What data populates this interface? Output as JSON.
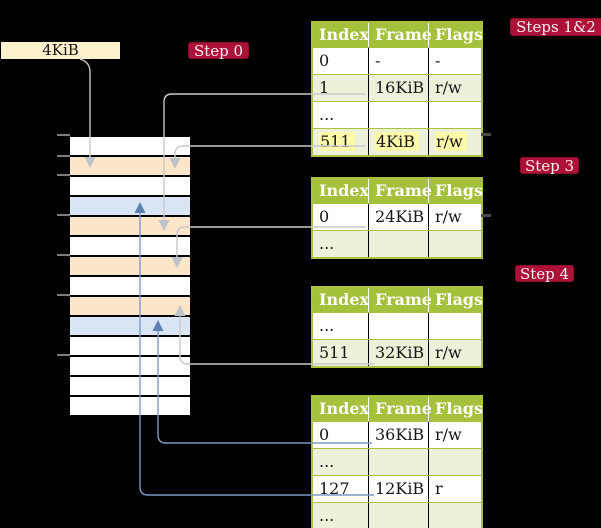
{
  "legend_box": {
    "label": "4KiB"
  },
  "badges": {
    "step0": "Step 0",
    "steps12": "Steps 1&2",
    "step3": "Step 3",
    "step4": "Step 4"
  },
  "memory": {
    "rows": [
      {
        "kind": "empty"
      },
      {
        "kind": "page-table"
      },
      {
        "kind": "empty"
      },
      {
        "kind": "data-page"
      },
      {
        "kind": "page-table"
      },
      {
        "kind": "empty"
      },
      {
        "kind": "page-table"
      },
      {
        "kind": "empty"
      },
      {
        "kind": "page-table"
      },
      {
        "kind": "data-page"
      },
      {
        "kind": "empty"
      },
      {
        "kind": "empty"
      },
      {
        "kind": "empty"
      },
      {
        "kind": "empty"
      }
    ]
  },
  "tables": [
    {
      "id": "page-table-steps-1-2",
      "headers": [
        "Index",
        "Frame",
        "Flags"
      ],
      "rows": [
        {
          "cells": [
            "0",
            "-",
            "-"
          ],
          "shaded": false,
          "highlight": false
        },
        {
          "cells": [
            "1",
            "16KiB",
            "r/w"
          ],
          "shaded": true,
          "highlight": false
        },
        {
          "cells": [
            "...",
            "",
            ""
          ],
          "shaded": false,
          "highlight": false
        },
        {
          "cells": [
            "511",
            "4KiB",
            "r/w"
          ],
          "shaded": true,
          "highlight": true
        }
      ]
    },
    {
      "id": "page-table-step-3",
      "headers": [
        "Index",
        "Frame",
        "Flags"
      ],
      "rows": [
        {
          "cells": [
            "0",
            "24KiB",
            "r/w"
          ],
          "shaded": false,
          "highlight": false
        },
        {
          "cells": [
            "...",
            "",
            ""
          ],
          "shaded": true,
          "highlight": false
        }
      ]
    },
    {
      "id": "page-table-step-4-upper",
      "headers": [
        "Index",
        "Frame",
        "Flags"
      ],
      "rows": [
        {
          "cells": [
            "...",
            "",
            ""
          ],
          "shaded": false,
          "highlight": false
        },
        {
          "cells": [
            "511",
            "32KiB",
            "r/w"
          ],
          "shaded": true,
          "highlight": false
        }
      ]
    },
    {
      "id": "page-table-step-4-lower",
      "headers": [
        "Index",
        "Frame",
        "Flags"
      ],
      "rows": [
        {
          "cells": [
            "0",
            "36KiB",
            "r/w"
          ],
          "shaded": false,
          "highlight": false
        },
        {
          "cells": [
            "...",
            "",
            ""
          ],
          "shaded": true,
          "highlight": false
        },
        {
          "cells": [
            "127",
            "12KiB",
            "r"
          ],
          "shaded": false,
          "highlight": false
        },
        {
          "cells": [
            "...",
            "",
            ""
          ],
          "shaded": true,
          "highlight": false
        }
      ]
    }
  ],
  "colors": {
    "background": "#000000",
    "badge_red": "#ae1137",
    "table_header_green": "#a3c13a",
    "table_row_shaded": "#eef1da",
    "highlight_yellow": "#fdfba9",
    "page_table_frame_orange": "#fce5c9",
    "data_page_frame_blue": "#d9e5f5",
    "legend_box_cream": "#fcf1cd",
    "gray_arrow": "#c9c9c9",
    "blue_arrow": "#7f98c8"
  }
}
